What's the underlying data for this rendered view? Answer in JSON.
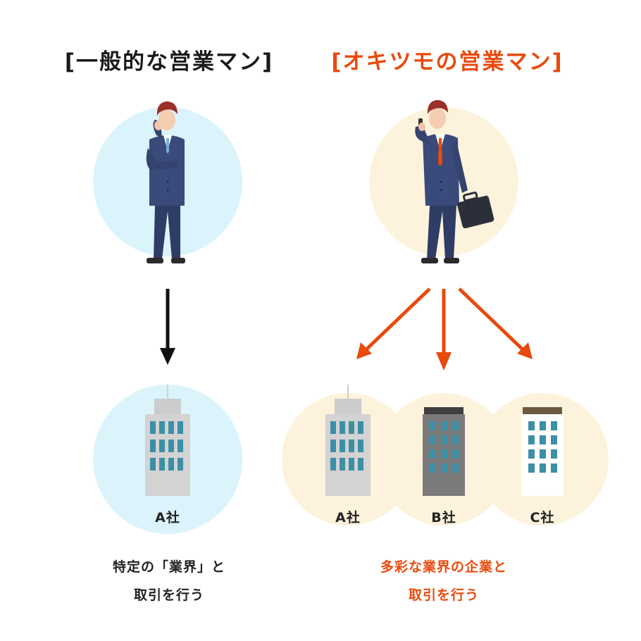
{
  "headings": {
    "general": "[一般的な営業マン]",
    "okitsumo": "[オキツモの営業マン]"
  },
  "companies": {
    "left_a": "A社",
    "right_a": "A社",
    "right_b": "B社",
    "right_c": "C社"
  },
  "descriptions": {
    "general_line1": "特定の「業界」と",
    "general_line2": "取引を行う",
    "okitsumo_line1": "多彩な業界の企業と",
    "okitsumo_line2": "取引を行う"
  },
  "colors": {
    "accent": "#e84a0c",
    "light_blue_circle": "#dbf4fb",
    "cream_circle": "#fdf3dc",
    "suit": "#3a4a7a",
    "window_teal": "#3d8fa6"
  },
  "icons": {
    "person_left": "businessman-thinking-icon",
    "person_right": "businessman-phone-briefcase-icon",
    "building": "office-building-icon",
    "arrow": "down-arrow-icon"
  }
}
